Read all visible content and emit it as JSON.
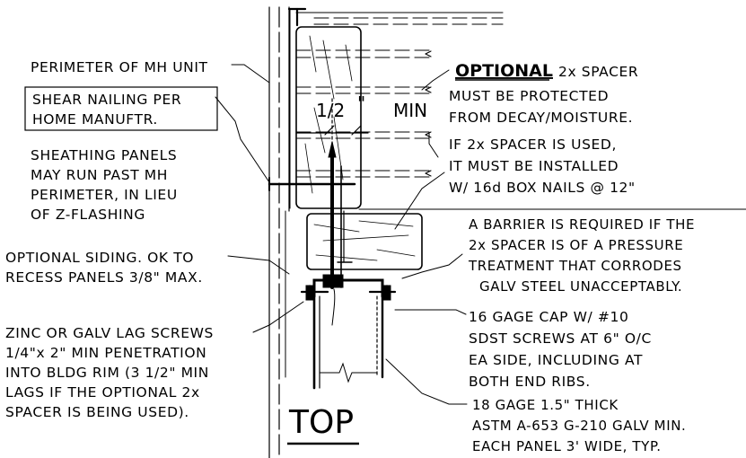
{
  "labels": {
    "perimeter": "PERIMETER OF MH UNIT",
    "shear_nailing": [
      "SHEAR NAILING PER",
      "HOME MANUFTR."
    ],
    "sheathing": [
      "SHEATHING PANELS",
      "MAY RUN PAST MH",
      "PERIMETER, IN LIEU",
      "OF Z-FLASHING"
    ],
    "optional_siding": [
      "OPTIONAL SIDING. OK TO",
      "RECESS PANELS 3/8\" MAX."
    ],
    "lag_screws": [
      "ZINC OR GALV LAG SCREWS",
      "1/4\"x 2\" MIN PENETRATION",
      "INTO BLDG RIM (3 1/2\" MIN",
      "LAGS IF THE OPTIONAL 2x",
      "SPACER IS BEING USED)."
    ],
    "half_inch": "1/2",
    "inch_mark": "\"",
    "min": "MIN",
    "optional_bold": "OPTIONAL",
    "spacer_title": "2x SPACER",
    "spacer_notes": [
      "MUST BE PROTECTED",
      "FROM DECAY/MOISTURE.",
      "IF 2x SPACER IS USED,",
      "IT MUST BE INSTALLED",
      "W/ 16d BOX NAILS @ 12\""
    ],
    "barrier": [
      "A BARRIER IS REQUIRED IF THE",
      "2x SPACER IS OF A PRESSURE",
      "TREATMENT THAT CORRODES",
      "GALV STEEL UNACCEPTABLY."
    ],
    "cap": [
      "16 GAGE CAP W/ #10",
      "SDST SCREWS AT 6\" O/C",
      "EA SIDE, INCLUDING AT",
      "BOTH END RIBS."
    ],
    "panel": [
      "18 GAGE 1.5\" THICK",
      "ASTM A-653 G-210 GALV MIN.",
      "EACH PANEL 3' WIDE, TYP."
    ],
    "view_title": "TOP"
  }
}
